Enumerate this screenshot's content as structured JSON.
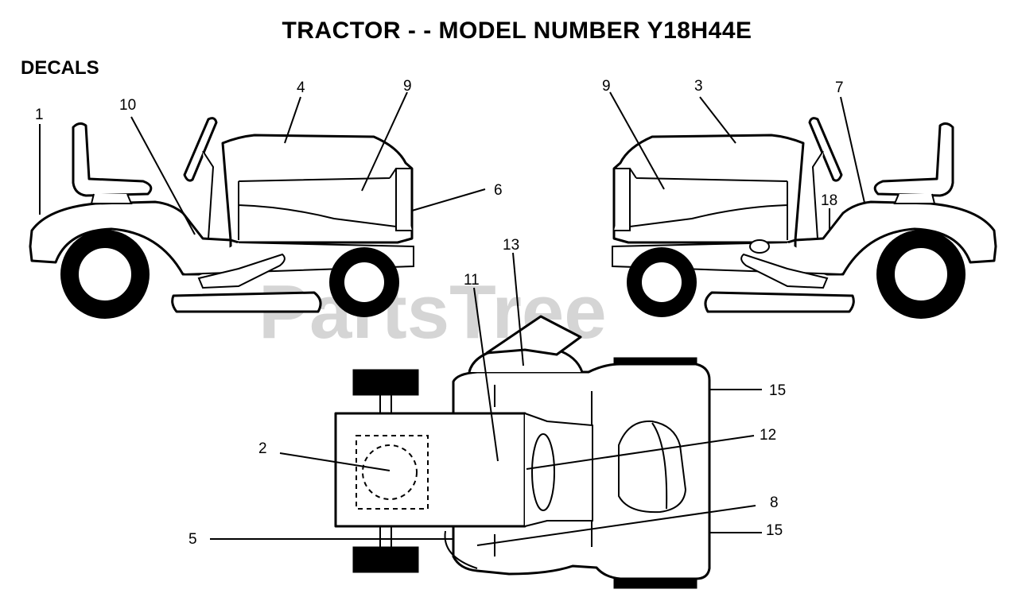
{
  "title": "TRACTOR - - MODEL NUMBER Y18H44E",
  "section": "DECALS",
  "watermark": "PartsTree",
  "callouts": {
    "c1": "1",
    "c10": "10",
    "c4": "4",
    "c9a": "9",
    "c6": "6",
    "c9b": "9",
    "c3": "3",
    "c7": "7",
    "c18": "18",
    "c13": "13",
    "c11": "11",
    "c2": "2",
    "c12": "12",
    "c15a": "15",
    "c8": "8",
    "c5": "5",
    "c15b": "15"
  }
}
